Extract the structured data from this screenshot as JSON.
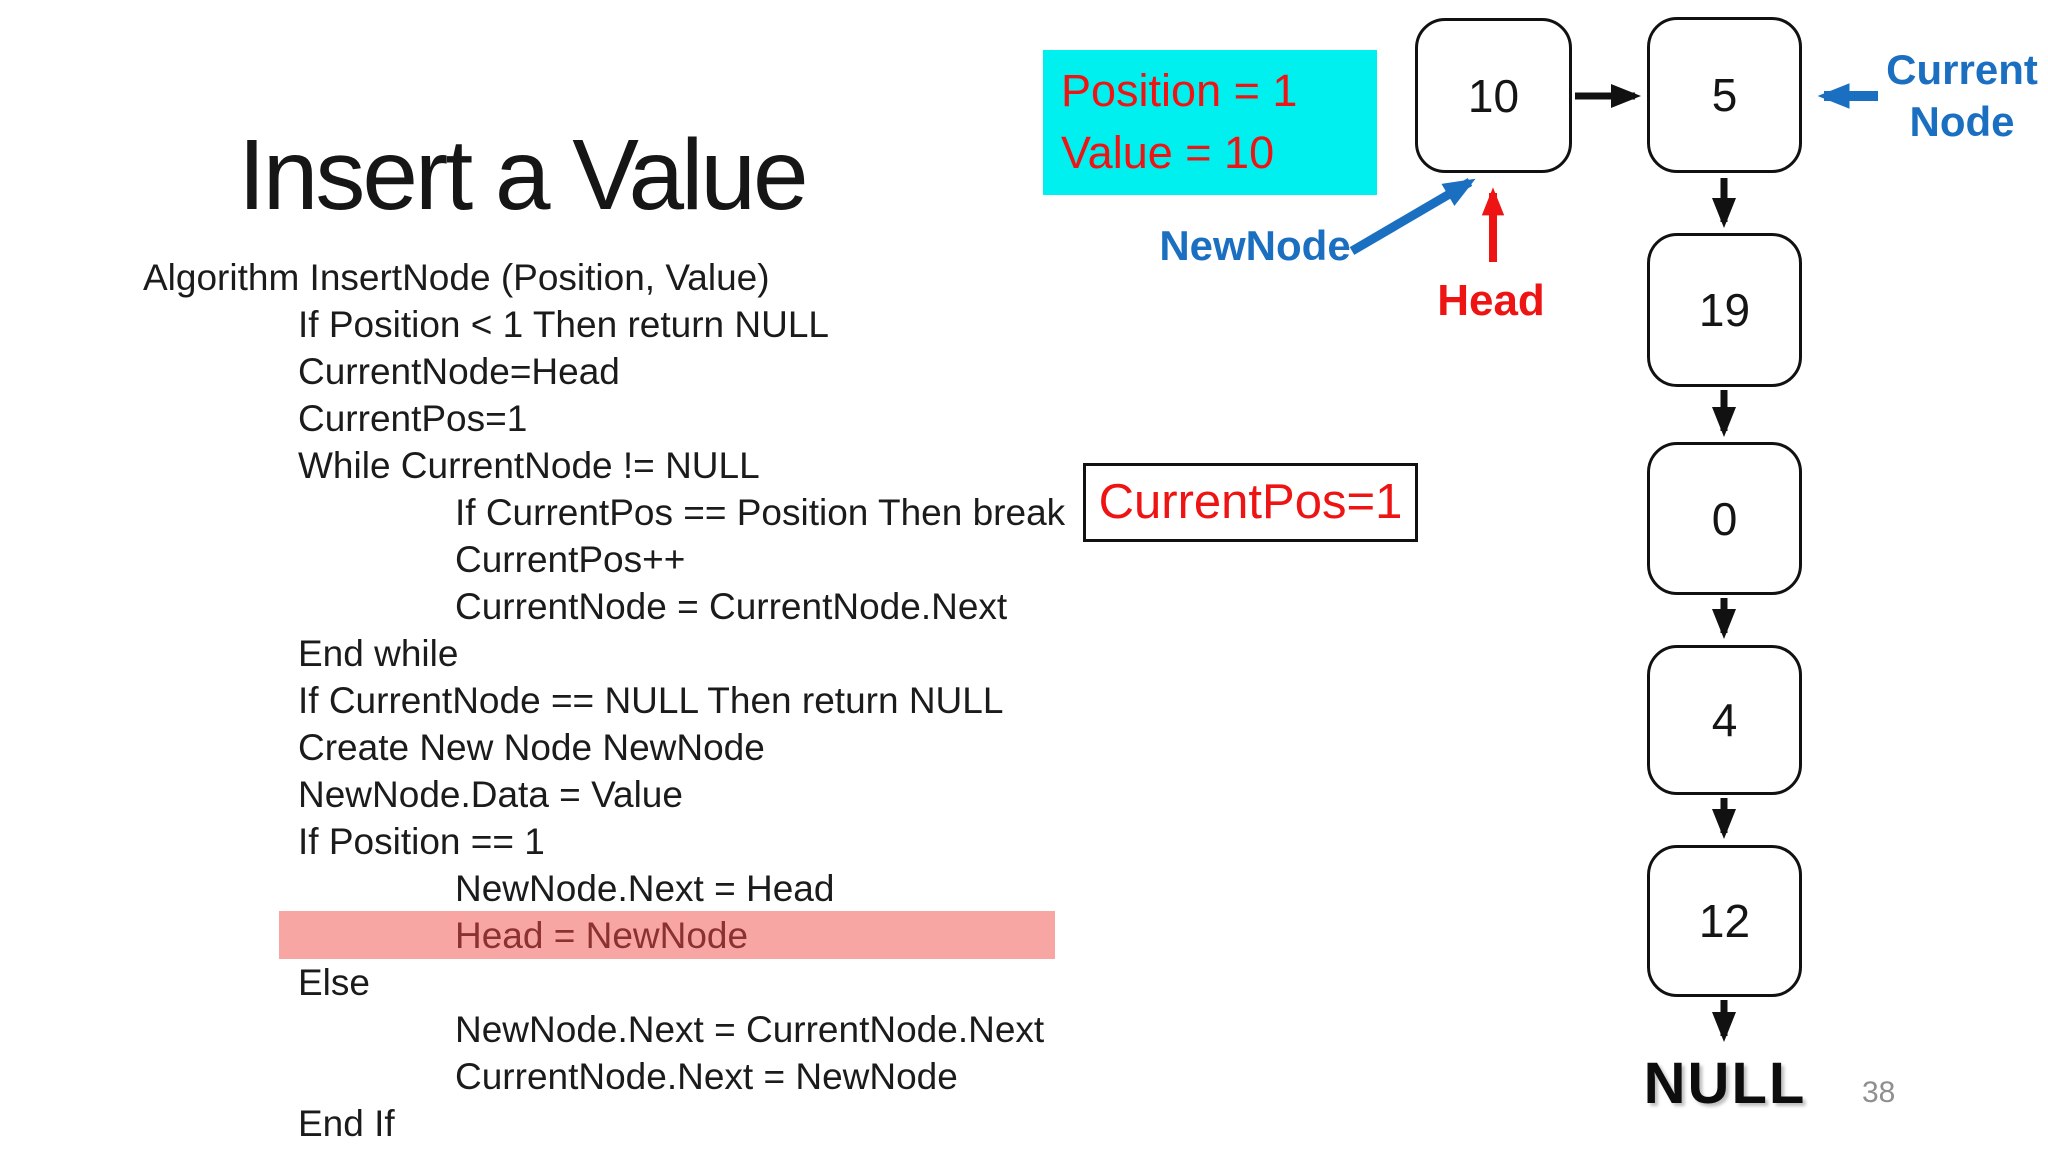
{
  "slide": {
    "title": "Insert a Value",
    "page_number": "38"
  },
  "code": {
    "lines": [
      {
        "text": "Algorithm InsertNode (Position, Value)",
        "indent": 0,
        "highlight": false
      },
      {
        "text": "If Position < 1 Then return NULL",
        "indent": 1,
        "highlight": false
      },
      {
        "text": "CurrentNode=Head",
        "indent": 1,
        "highlight": false
      },
      {
        "text": "CurrentPos=1",
        "indent": 1,
        "highlight": false
      },
      {
        "text": "While CurrentNode != NULL",
        "indent": 1,
        "highlight": false
      },
      {
        "text": "If CurrentPos == Position Then break",
        "indent": 2,
        "highlight": false
      },
      {
        "text": "CurrentPos++",
        "indent": 2,
        "highlight": false
      },
      {
        "text": "CurrentNode = CurrentNode.Next",
        "indent": 2,
        "highlight": false
      },
      {
        "text": "End while",
        "indent": 1,
        "highlight": false
      },
      {
        "text": "If CurrentNode == NULL Then return NULL",
        "indent": 1,
        "highlight": false
      },
      {
        "text": "Create New Node NewNode",
        "indent": 1,
        "highlight": false
      },
      {
        "text": "NewNode.Data = Value",
        "indent": 1,
        "highlight": false
      },
      {
        "text": "If Position == 1",
        "indent": 1,
        "highlight": false
      },
      {
        "text": "NewNode.Next = Head",
        "indent": 2,
        "highlight": false
      },
      {
        "text": "Head = NewNode",
        "indent": 2,
        "highlight": true
      },
      {
        "text": "Else",
        "indent": 1,
        "highlight": false
      },
      {
        "text": "NewNode.Next = CurrentNode.Next",
        "indent": 2,
        "highlight": false
      },
      {
        "text": "CurrentNode.Next = NewNode",
        "indent": 2,
        "highlight": false
      },
      {
        "text": "End If",
        "indent": 1,
        "highlight": false
      }
    ]
  },
  "callout": {
    "line1": "Position = 1",
    "line2": "Value = 10"
  },
  "status_box": {
    "text": "CurrentPos=1"
  },
  "labels": {
    "new_node": "NewNode",
    "head": "Head",
    "current_node_line1": "Current",
    "current_node_line2": "Node",
    "null_terminator": "NULL"
  },
  "linked_list": {
    "nodes": [
      {
        "value": "10"
      },
      {
        "value": "5"
      },
      {
        "value": "19"
      },
      {
        "value": "0"
      },
      {
        "value": "4"
      },
      {
        "value": "12"
      }
    ]
  },
  "colors": {
    "accent_blue": "#1b6fc0",
    "accent_red": "#ee1414",
    "callout_cyan": "#00f0f0",
    "highlight_pink": "#f7a6a3",
    "highlight_text": "#8b3230",
    "page_number_grey": "#8f8f8f"
  }
}
